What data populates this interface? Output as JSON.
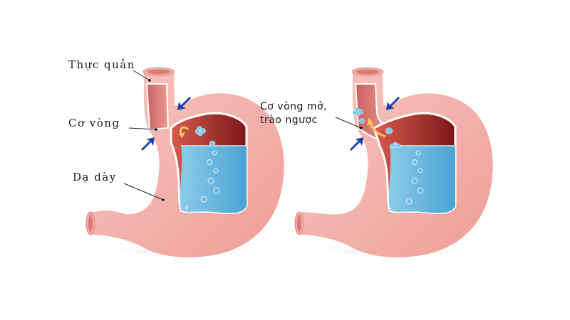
{
  "diagram": {
    "title": "",
    "panels": [
      {
        "id": "normal",
        "labels": [
          {
            "text": "Thực quản",
            "target": "esophagus"
          },
          {
            "text": "Cơ vòng",
            "target": "sphincter"
          },
          {
            "text": "Dạ dày",
            "target": "stomach"
          }
        ]
      },
      {
        "id": "reflux",
        "labels": [
          {
            "text_line1": "Cơ vòng mở,",
            "text_line2": "trào ngược",
            "target": "open-sphincter"
          }
        ]
      }
    ],
    "colors": {
      "stomach_wall": "#f4b3ad",
      "stomach_wall_dark": "#e8958f",
      "inner_lining": "#8c1f1f",
      "acid": "#5fb3d9",
      "arrow": "#1f3fa8",
      "reflux_arrow": "#f5c35a",
      "bubble": "#7cc8ee"
    }
  }
}
